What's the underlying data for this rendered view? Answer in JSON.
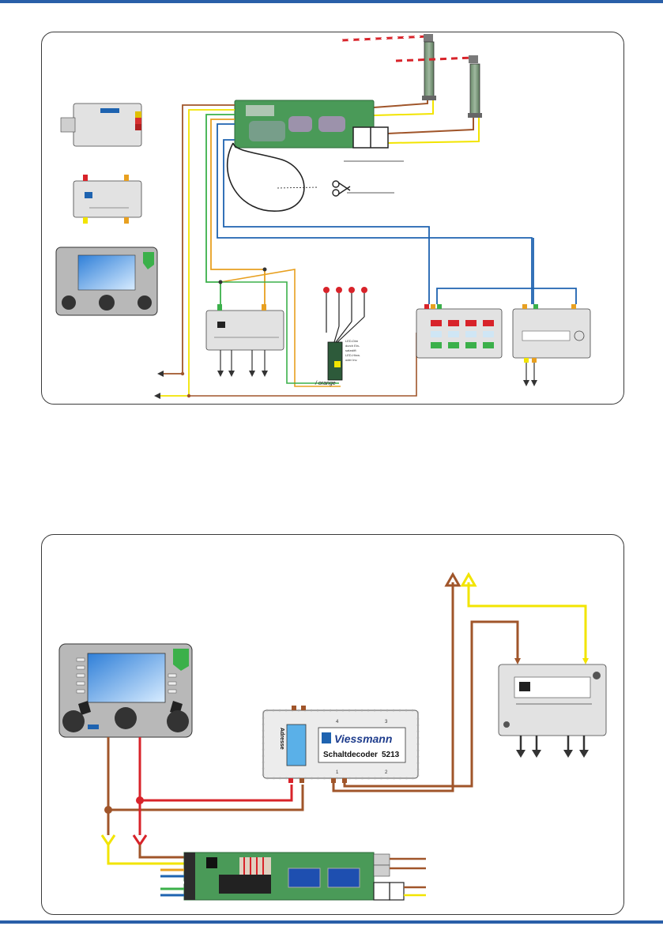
{
  "page": {
    "border_color": "#2a5fa8"
  },
  "diagram1": {
    "wire_label_orange": "/ orange",
    "led_note_line1": "LED-Dim",
    "led_note_line2": "durch Ein-",
    "led_note_line3": "satzstift",
    "led_note_line4": "LED-Hinw.",
    "led_note_line5": "oder Inv."
  },
  "diagram2": {
    "decoder_brand": "Viessmann",
    "decoder_name": "Schaltdecoder",
    "decoder_number": "5213",
    "decoder_address_label": "Adresse",
    "terminal_1": "1",
    "terminal_2": "2",
    "terminal_3": "3",
    "terminal_4": "4"
  },
  "colors": {
    "brown": "#a0552a",
    "yellow": "#f2e400",
    "red": "#d8232a",
    "blue": "#1e63b0",
    "green": "#3bb04a",
    "orange": "#e8a020",
    "board_green": "#4a9a58",
    "box_gray": "#dcdcdc",
    "screen_blue": "#5aa0e0"
  }
}
